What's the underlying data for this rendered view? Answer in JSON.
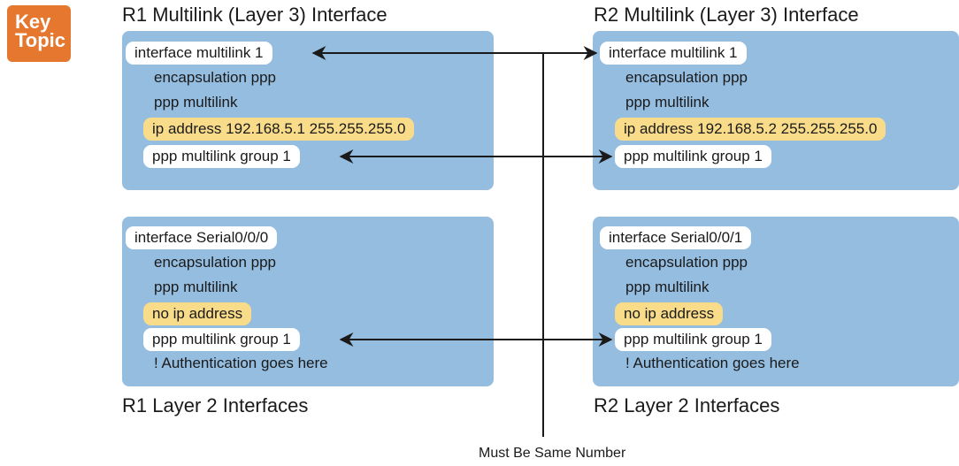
{
  "badge": {
    "line1": "Key",
    "line2": "Topic"
  },
  "r1_multilink": {
    "title": "R1 Multilink (Layer 3) Interface",
    "lines": [
      "interface multilink 1",
      "encapsulation ppp",
      "ppp multilink",
      "ip address 192.168.5.1 255.255.255.0",
      "ppp multilink group 1"
    ]
  },
  "r2_multilink": {
    "title": "R2 Multilink (Layer 3) Interface",
    "lines": [
      "interface multilink 1",
      "encapsulation ppp",
      "ppp multilink",
      "ip address 192.168.5.2 255.255.255.0",
      "ppp multilink group 1"
    ]
  },
  "r1_serial": {
    "title": "R1 Layer 2 Interfaces",
    "lines": [
      "interface Serial0/0/0",
      "encapsulation ppp",
      "ppp multilink",
      "no ip address",
      "ppp multilink group 1",
      "! Authentication goes here"
    ]
  },
  "r2_serial": {
    "title": "R2 Layer 2 Interfaces",
    "lines": [
      "interface Serial0/0/1",
      "encapsulation ppp",
      "ppp multilink",
      "no ip address",
      "ppp multilink group 1",
      "! Authentication goes here"
    ]
  },
  "caption": "Must Be Same Number",
  "colors": {
    "panel": "#94bde0",
    "highlight": "#f8dc8a",
    "badge": "#e5772e",
    "pill": "#ffffff"
  }
}
